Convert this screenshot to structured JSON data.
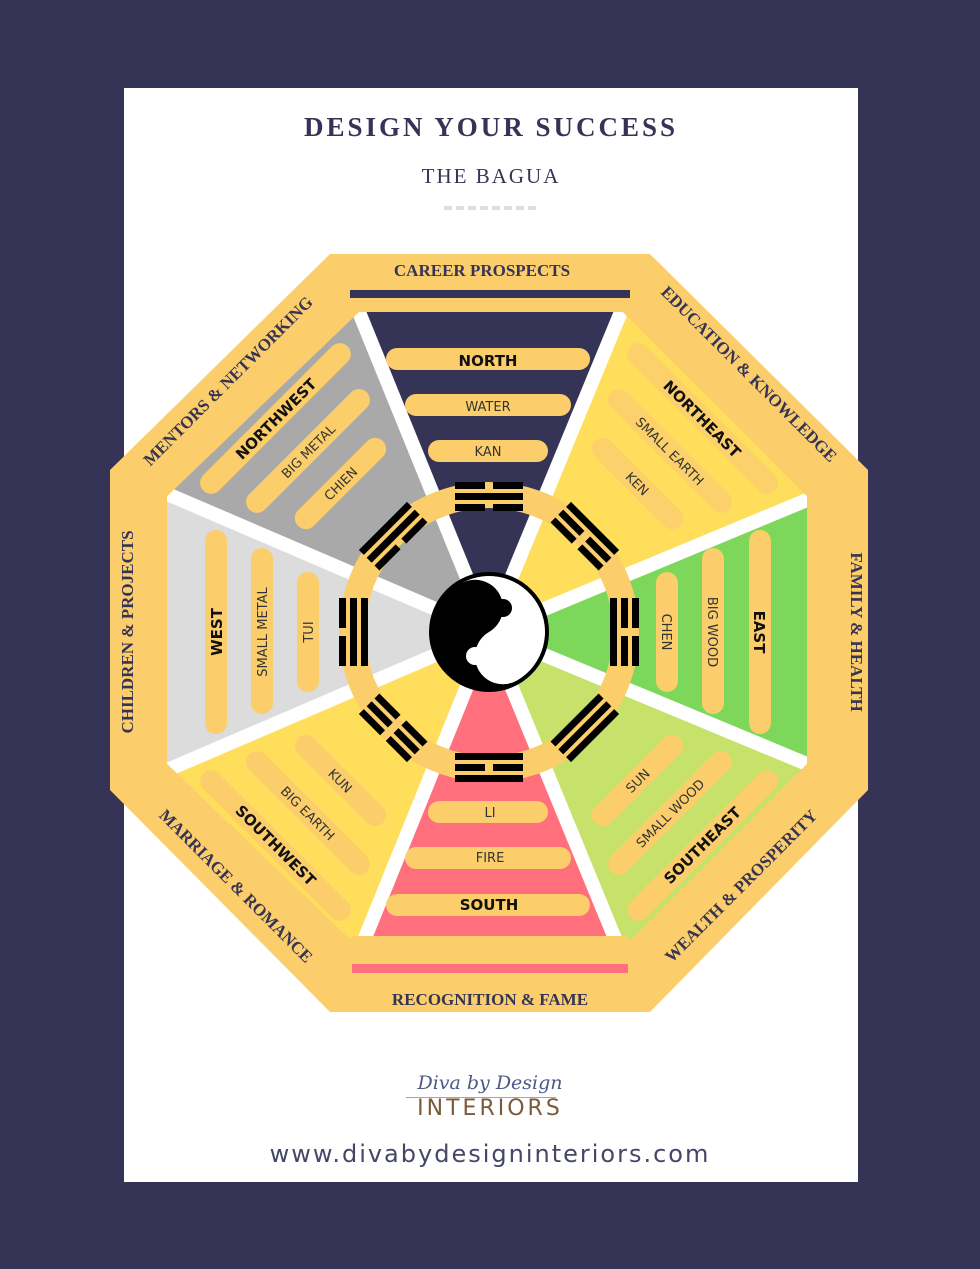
{
  "header": {
    "title": "DESIGN YOUR SUCCESS",
    "subtitle": "THE BAGUA"
  },
  "colors": {
    "background": "#353456",
    "page": "#ffffff",
    "band": "#fcce6b",
    "navy": "#353456",
    "north": "#353456",
    "northeast": "#fede5b",
    "east": "#7dd75a",
    "southeast": "#c6e26a",
    "south": "#ff6f7c",
    "southwest": "#fede5b",
    "west": "#dcdcdc",
    "northwest": "#a9a9a9"
  },
  "bagua": {
    "areas": {
      "north": "CAREER PROSPECTS",
      "northeast": "EDUCATION & KNOWLEDGE",
      "east": "FAMILY & HEALTH",
      "southeast": "WEALTH & PROSPERITY",
      "south": "RECOGNITION & FAME",
      "southwest": "MARRIAGE & ROMANCE",
      "west": "CHILDREN & PROJECTS",
      "northwest": "MENTORS & NETWORKING"
    },
    "sectors": {
      "north": {
        "direction": "NORTH",
        "element": "WATER",
        "trigram": "KAN"
      },
      "northeast": {
        "direction": "NORTHEAST",
        "element": "SMALL EARTH",
        "trigram": "KEN"
      },
      "east": {
        "direction": "EAST",
        "element": "BIG WOOD",
        "trigram": "CHEN"
      },
      "southeast": {
        "direction": "SOUTHEAST",
        "element": "SMALL WOOD",
        "trigram": "SUN"
      },
      "south": {
        "direction": "SOUTH",
        "element": "FIRE",
        "trigram": "LI"
      },
      "southwest": {
        "direction": "SOUTHWEST",
        "element": "BIG EARTH",
        "trigram": "KUN"
      },
      "west": {
        "direction": "WEST",
        "element": "SMALL METAL",
        "trigram": "TUI"
      },
      "northwest": {
        "direction": "NORTHWEST",
        "element": "BIG METAL",
        "trigram": "CHIEN"
      }
    },
    "center_icon": "yin-yang-icon"
  },
  "footer": {
    "logo_script": "Diva by Design",
    "logo_main": "INTERIORS",
    "url": "www.divabydesigninteriors.com"
  }
}
